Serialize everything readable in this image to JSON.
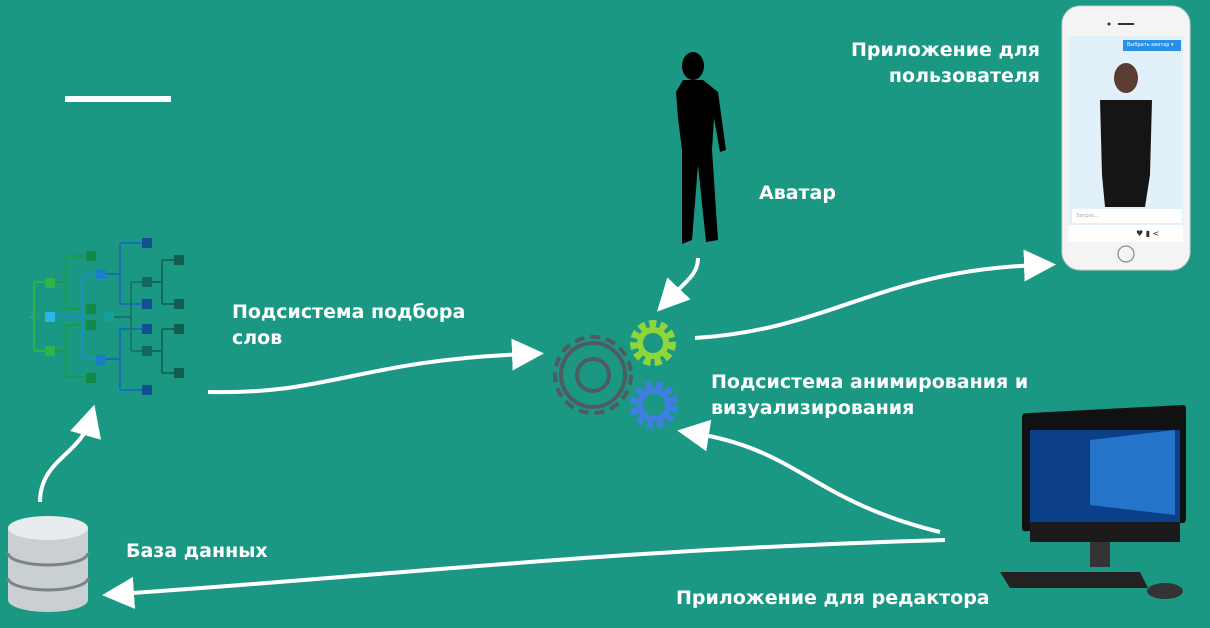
{
  "labels": {
    "word_selection": "Подсистема подбора слов",
    "avatar": "Аватар",
    "animation": "Подсистема анимирования и визуализирования",
    "user_app": "Приложение для пользователя",
    "database": "База данных",
    "editor_app": "Приложение для редактора"
  },
  "phone": {
    "select_avatar": "Выбрать аватар",
    "query_placeholder": "Запрос..."
  },
  "colors": {
    "background": "#1b9884",
    "gear_green": "#8fd63a",
    "gear_blue": "#3f7fe0",
    "gear_gray": "#4f5b62"
  }
}
